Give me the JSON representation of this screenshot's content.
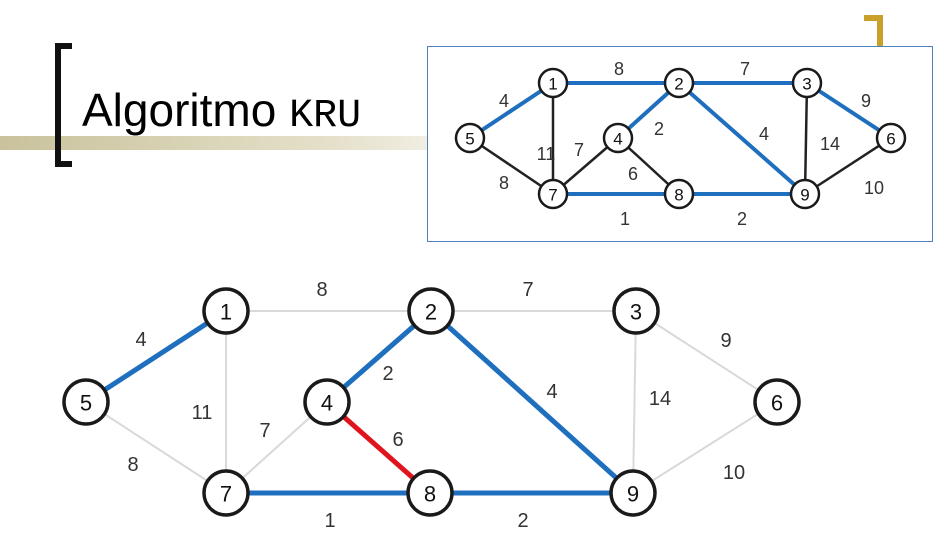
{
  "slide": {
    "title": "Algoritmo",
    "title_code": "KRU",
    "accent_color": "#c8a02a",
    "bar_color": "#cfc9a8"
  },
  "graph": {
    "colors": {
      "mst_edge": "#1f6fbf",
      "current_edge": "#e0141c",
      "unused_edge": "#d9d9d9",
      "inset_default_edge": "#222222",
      "node_border": "#1a1a1a",
      "node_fill": "#ffffff"
    },
    "nodes": [
      "1",
      "2",
      "3",
      "4",
      "5",
      "6",
      "7",
      "8",
      "9"
    ],
    "edges": [
      {
        "from": "1",
        "to": "2",
        "weight": "8",
        "main_state": "unused",
        "inset_state": "mst"
      },
      {
        "from": "2",
        "to": "3",
        "weight": "7",
        "main_state": "unused",
        "inset_state": "mst"
      },
      {
        "from": "1",
        "to": "5",
        "weight": "4",
        "main_state": "mst",
        "inset_state": "mst"
      },
      {
        "from": "3",
        "to": "6",
        "weight": "9",
        "main_state": "unused",
        "inset_state": "mst"
      },
      {
        "from": "1",
        "to": "7",
        "weight": "11",
        "main_state": "unused",
        "inset_state": "default"
      },
      {
        "from": "2",
        "to": "4",
        "weight": "2",
        "main_state": "mst",
        "inset_state": "mst"
      },
      {
        "from": "2",
        "to": "9",
        "weight": "4",
        "main_state": "mst",
        "inset_state": "mst"
      },
      {
        "from": "3",
        "to": "9",
        "weight": "14",
        "main_state": "unused",
        "inset_state": "default"
      },
      {
        "from": "4",
        "to": "7",
        "weight": "7",
        "main_state": "unused",
        "inset_state": "default"
      },
      {
        "from": "4",
        "to": "8",
        "weight": "6",
        "main_state": "current",
        "inset_state": "default"
      },
      {
        "from": "5",
        "to": "7",
        "weight": "8",
        "main_state": "unused",
        "inset_state": "default"
      },
      {
        "from": "6",
        "to": "9",
        "weight": "10",
        "main_state": "unused",
        "inset_state": "default"
      },
      {
        "from": "7",
        "to": "8",
        "weight": "1",
        "main_state": "mst",
        "inset_state": "mst"
      },
      {
        "from": "8",
        "to": "9",
        "weight": "2",
        "main_state": "mst",
        "inset_state": "mst"
      }
    ]
  }
}
